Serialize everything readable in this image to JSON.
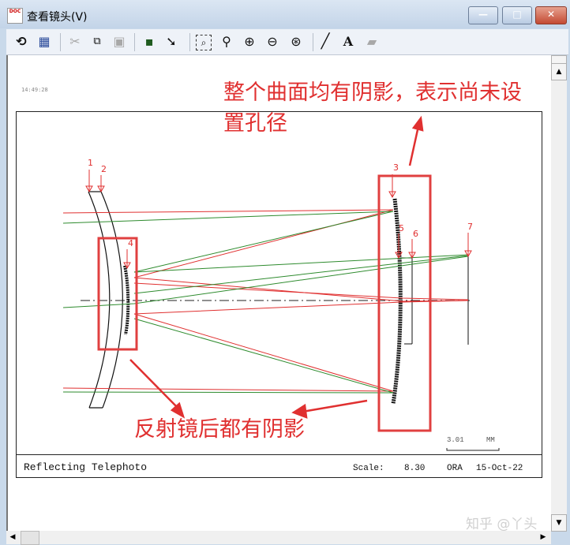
{
  "window": {
    "title": "查看镜头(V)",
    "icon": "doc-icon",
    "controls": {
      "minimize": "minimize-icon",
      "maximize": "maximize-icon",
      "close": "close-icon"
    }
  },
  "toolbar": {
    "buttons": [
      {
        "name": "refresh",
        "icon": "refresh-icon",
        "enabled": true
      },
      {
        "name": "settings",
        "icon": "settings-icon",
        "enabled": true
      },
      {
        "name": "cut",
        "icon": "scissors-icon",
        "enabled": false
      },
      {
        "name": "copy",
        "icon": "copy-icon",
        "enabled": true
      },
      {
        "name": "paste",
        "icon": "paste-icon",
        "enabled": false
      },
      {
        "name": "save",
        "icon": "floppy-icon",
        "enabled": true
      },
      {
        "name": "select",
        "icon": "pointer-icon",
        "enabled": true
      },
      {
        "name": "zoom-window",
        "icon": "zoom-box-icon",
        "enabled": true
      },
      {
        "name": "zoom-pan",
        "icon": "zoom-pan-icon",
        "enabled": true
      },
      {
        "name": "zoom-in",
        "icon": "zoom-in-icon",
        "enabled": true
      },
      {
        "name": "zoom-out",
        "icon": "zoom-out-icon",
        "enabled": true
      },
      {
        "name": "zoom-reset",
        "icon": "zoom-reset-icon",
        "enabled": true
      },
      {
        "name": "line",
        "icon": "line-icon",
        "enabled": true
      },
      {
        "name": "text",
        "icon": "text-icon",
        "enabled": true
      },
      {
        "name": "eraser",
        "icon": "eraser-icon",
        "enabled": false
      }
    ]
  },
  "drawing": {
    "timestamp": "14:49:28",
    "title": "Reflecting Telephoto",
    "scale_label": "Scale:",
    "scale_value": "8.30",
    "org": "ORA",
    "date": "15-Oct-22",
    "scale_bar_value": "3.01",
    "scale_bar_unit": "MM",
    "surface_labels": [
      "1",
      "2",
      "3",
      "4",
      "5",
      "6",
      "7"
    ]
  },
  "annotations": {
    "top_line1": "整个曲面均有阴影，表示尚未设",
    "top_line2": "置孔径",
    "bottom": "反射镜后都有阴影"
  },
  "colors": {
    "annotation": "#e03030",
    "ray_red": "#e03030",
    "ray_green": "#2e8b2e",
    "lens": "#111111"
  },
  "watermark": "知乎 @丫头"
}
